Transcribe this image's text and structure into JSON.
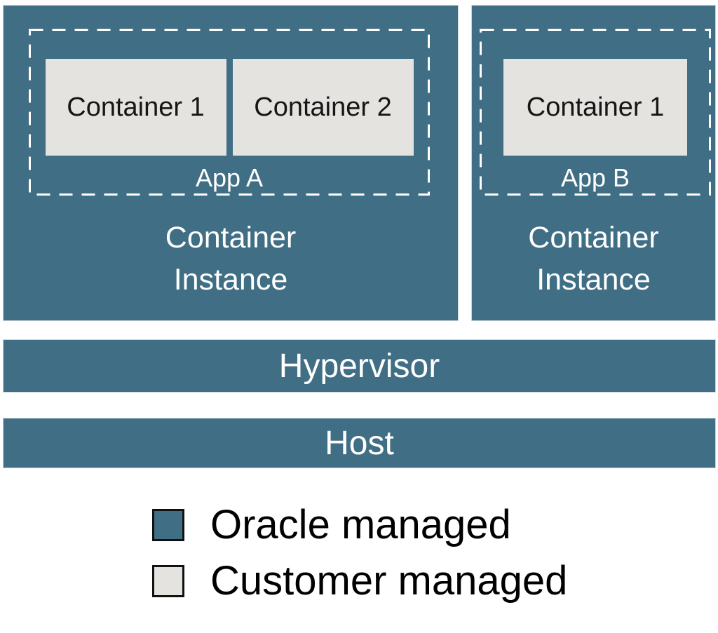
{
  "diagram": {
    "instances": [
      {
        "name": "Container Instance",
        "app": {
          "label": "App A",
          "containers": [
            "Container 1",
            "Container 2"
          ]
        }
      },
      {
        "name": "Container Instance",
        "app": {
          "label": "App B",
          "containers": [
            "Container 1"
          ]
        }
      }
    ],
    "layers": {
      "hypervisor": "Hypervisor",
      "host": "Host"
    }
  },
  "legend": {
    "items": [
      {
        "label": "Oracle managed",
        "color": "#406E84"
      },
      {
        "label": "Customer managed",
        "color": "#E4E3DF"
      }
    ]
  },
  "colors": {
    "oracle_managed": "#406E84",
    "customer_managed": "#E4E3DF",
    "dash_border": "#FFFFFF",
    "box_text": "#161616",
    "panel_text": "#FFFFFF",
    "legend_text": "#000000"
  }
}
